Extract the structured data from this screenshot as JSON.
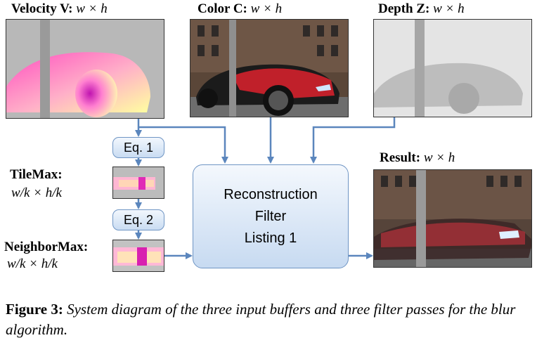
{
  "panels": {
    "velocity": {
      "name": "Velocity V:",
      "dims": "w × h"
    },
    "color": {
      "name": "Color C:",
      "dims": "w × h"
    },
    "depth": {
      "name": "Depth Z:",
      "dims": "w × h"
    },
    "result": {
      "name": "Result:",
      "dims": "w × h"
    }
  },
  "tiles": {
    "tilemax": {
      "name": "TileMax:",
      "dims": "w/k × h/k"
    },
    "neighbormax": {
      "name": "NeighborMax:",
      "dims": "w/k × h/k"
    }
  },
  "equations": {
    "eq1": "Eq. 1",
    "eq2": "Eq. 2"
  },
  "filter_box": {
    "line1": "Reconstruction",
    "line2": "Filter",
    "line3": "Listing 1"
  },
  "caption": {
    "label": "Figure 3:",
    "text": "System diagram of the three input buffers and three filter passes for the blur algorithm."
  },
  "colors": {
    "box_border": "#6f95c4",
    "arrow": "#5b86bd",
    "box_fill": "#c9dcf2"
  }
}
